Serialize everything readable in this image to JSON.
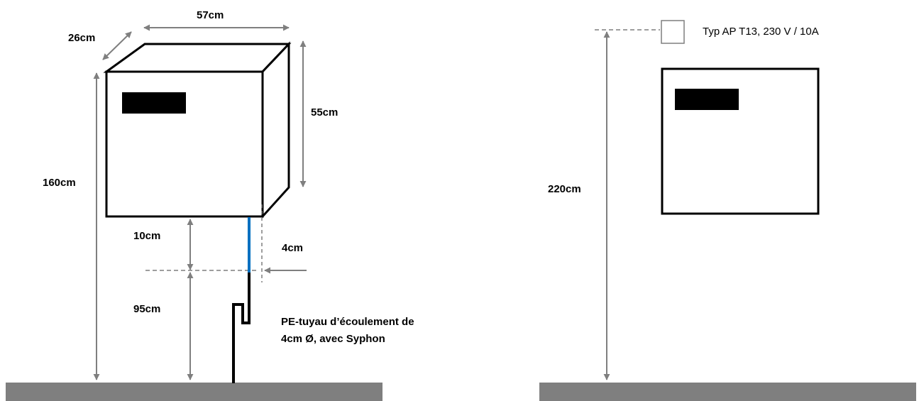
{
  "left_view": {
    "dimensions": {
      "width": "57cm",
      "depth": "26cm",
      "height": "55cm",
      "mount_height": "160cm",
      "gap_below": "10cm",
      "drain_height": "95cm",
      "offset": "4cm"
    },
    "drain_note": {
      "line1": "PE-tuyau d’écoulement de",
      "line2": "4cm Ø, avec Syphon"
    }
  },
  "right_view": {
    "dimensions": {
      "outlet_height": "220cm"
    },
    "outlet_label": "Typ AP T13, 230 V / 10A"
  },
  "colors": {
    "arrow": "#7f7f7f",
    "floor": "#7f7f7f",
    "drain_pipe_blue": "#0070c0",
    "outline": "#000000"
  }
}
